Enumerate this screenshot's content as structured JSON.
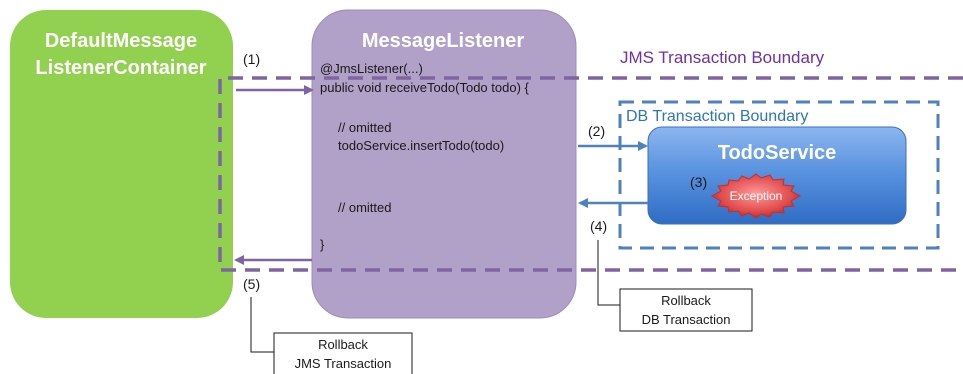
{
  "container": {
    "line1": "DefaultMessage",
    "line2": "ListenerContainer"
  },
  "listener": {
    "title": "MessageListener",
    "code": [
      "@JmsListener(...)",
      "public void receiveTodo(Todo  todo) {",
      "// omitted",
      "todoService.insertTodo(todo)",
      "// omitted",
      "}"
    ]
  },
  "service": {
    "title": "TodoService",
    "exception": "Exception"
  },
  "boundaries": {
    "jms": "JMS Transaction Boundary",
    "db": "DB Transaction Boundary"
  },
  "steps": {
    "s1": "(1)",
    "s2": "(2)",
    "s3": "(3)",
    "s4": "(4)",
    "s5": "(5)"
  },
  "notes": {
    "db_rollback": {
      "line1": "Rollback",
      "line2": "DB Transaction"
    },
    "jms_rollback": {
      "line1": "Rollback",
      "line2": "JMS Transaction"
    }
  },
  "colors": {
    "container": "#92d050",
    "listener": "#b1a0c7",
    "service": "#4f8fdc",
    "jms_boundary": "#8064a2",
    "db_boundary": "#4f81bd",
    "jms_text": "#7030a0",
    "db_text": "#2e75b6"
  }
}
